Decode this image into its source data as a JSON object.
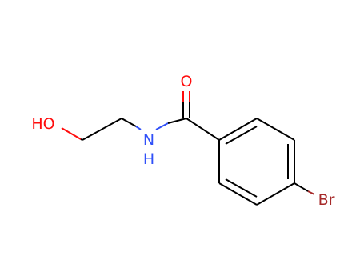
{
  "molecule": {
    "atoms": {
      "O_carbonyl": {
        "symbol": "O",
        "color": "#ff0d0d"
      },
      "O_hydroxyl": {
        "symbol": "HO",
        "color": "#ff0d0d"
      },
      "N_amide_N": {
        "symbol": "N",
        "color": "#3050f8"
      },
      "N_amide_H": {
        "symbol": "H",
        "color": "#3050f8"
      },
      "Br": {
        "symbol": "Br",
        "color": "#a62929"
      }
    },
    "bond_color": "#000000"
  }
}
